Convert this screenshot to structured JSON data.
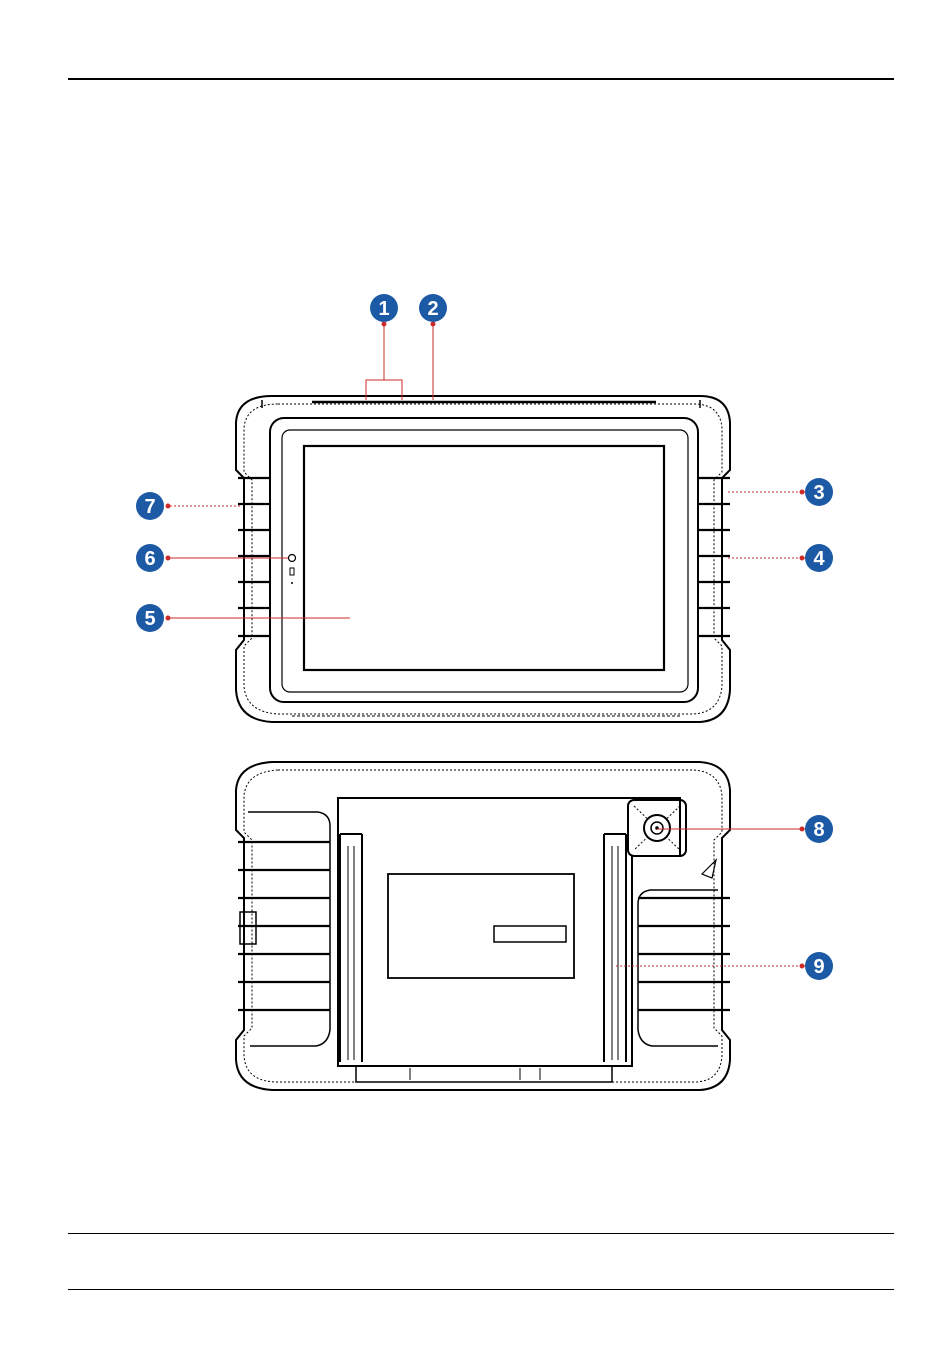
{
  "figure": {
    "callouts": [
      {
        "id": "c1",
        "number": "1"
      },
      {
        "id": "c2",
        "number": "2"
      },
      {
        "id": "c3",
        "number": "3"
      },
      {
        "id": "c4",
        "number": "4"
      },
      {
        "id": "c5",
        "number": "5"
      },
      {
        "id": "c6",
        "number": "6"
      },
      {
        "id": "c7",
        "number": "7"
      },
      {
        "id": "c8",
        "number": "8"
      },
      {
        "id": "c9",
        "number": "9"
      }
    ],
    "colors": {
      "callout_fill": "#1d5aa6",
      "leader_line": "#cc2b2b",
      "drawing": "#000000"
    }
  }
}
